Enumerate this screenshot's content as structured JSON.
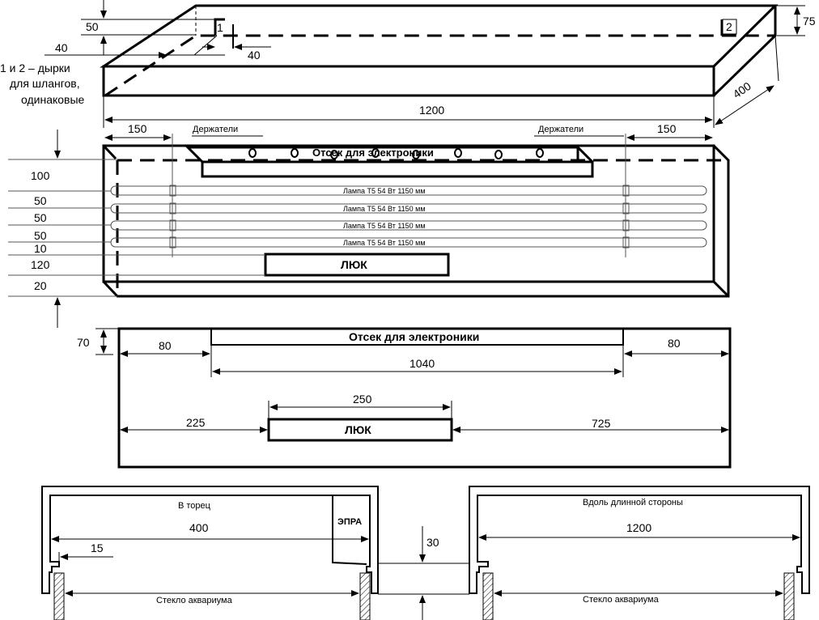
{
  "top_view": {
    "dim_width": "1200",
    "dim_depth": "400",
    "dim_height": "75",
    "dim_hole_offset_vertical": "50",
    "dim_hole_offset_left": "40",
    "dim_hole_offset_right": "40",
    "hole_1_label": "1",
    "hole_2_label": "2",
    "note_lines": [
      "1 и 2 – дырки",
      "для шлангов,",
      "одинаковые"
    ]
  },
  "front_view": {
    "dim_left_150": "150",
    "dim_right_150": "150",
    "holders_left": "Держатели",
    "holders_right": "Держатели",
    "electronics_label": "Отсек для электроники",
    "lamps": [
      "Лампа Т5  54 Вт 1150 мм",
      "Лампа Т5  54 Вт 1150 мм",
      "Лампа Т5  54 Вт 1150 мм",
      "Лампа Т5  54 Вт 1150 мм"
    ],
    "hatch_label": "ЛЮК",
    "vertical_dims": [
      "100",
      "50",
      "50",
      "50",
      "10",
      "120",
      "20"
    ]
  },
  "plan_view": {
    "electronics_label": "Отсек для электроники",
    "dim_70": "70",
    "dim_left_80": "80",
    "dim_right_80": "80",
    "dim_1040": "1040",
    "dim_250": "250",
    "dim_225": "225",
    "dim_725": "725",
    "hatch_label": "ЛЮК"
  },
  "section_end": {
    "title": "В торец",
    "dim_400": "400",
    "dim_15": "15",
    "ballast_label": "ЭПРА",
    "glass_label": "Стекло аквариума",
    "dim_30": "30"
  },
  "section_long": {
    "title": "Вдоль длинной стороны",
    "dim_1200": "1200",
    "glass_label": "Стекло аквариума"
  }
}
